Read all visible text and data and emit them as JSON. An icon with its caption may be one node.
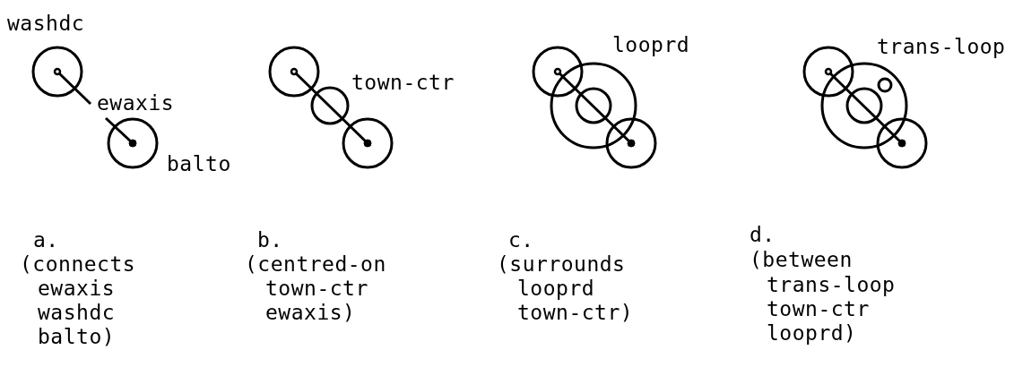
{
  "diagram": {
    "labels": [
      "washdc",
      "ewaxis",
      "balto",
      "town-ctr",
      "looprd",
      "trans-loop",
      "a.",
      "(connects",
      "ewaxis",
      "washdc",
      "balto)",
      "b.",
      "(centred-on",
      "town-ctr",
      "ewaxis)",
      "c.",
      "(surrounds",
      "looprd",
      "town-ctr)",
      "d.",
      "(between",
      "trans-loop",
      "town-ctr",
      "looprd)"
    ]
  }
}
